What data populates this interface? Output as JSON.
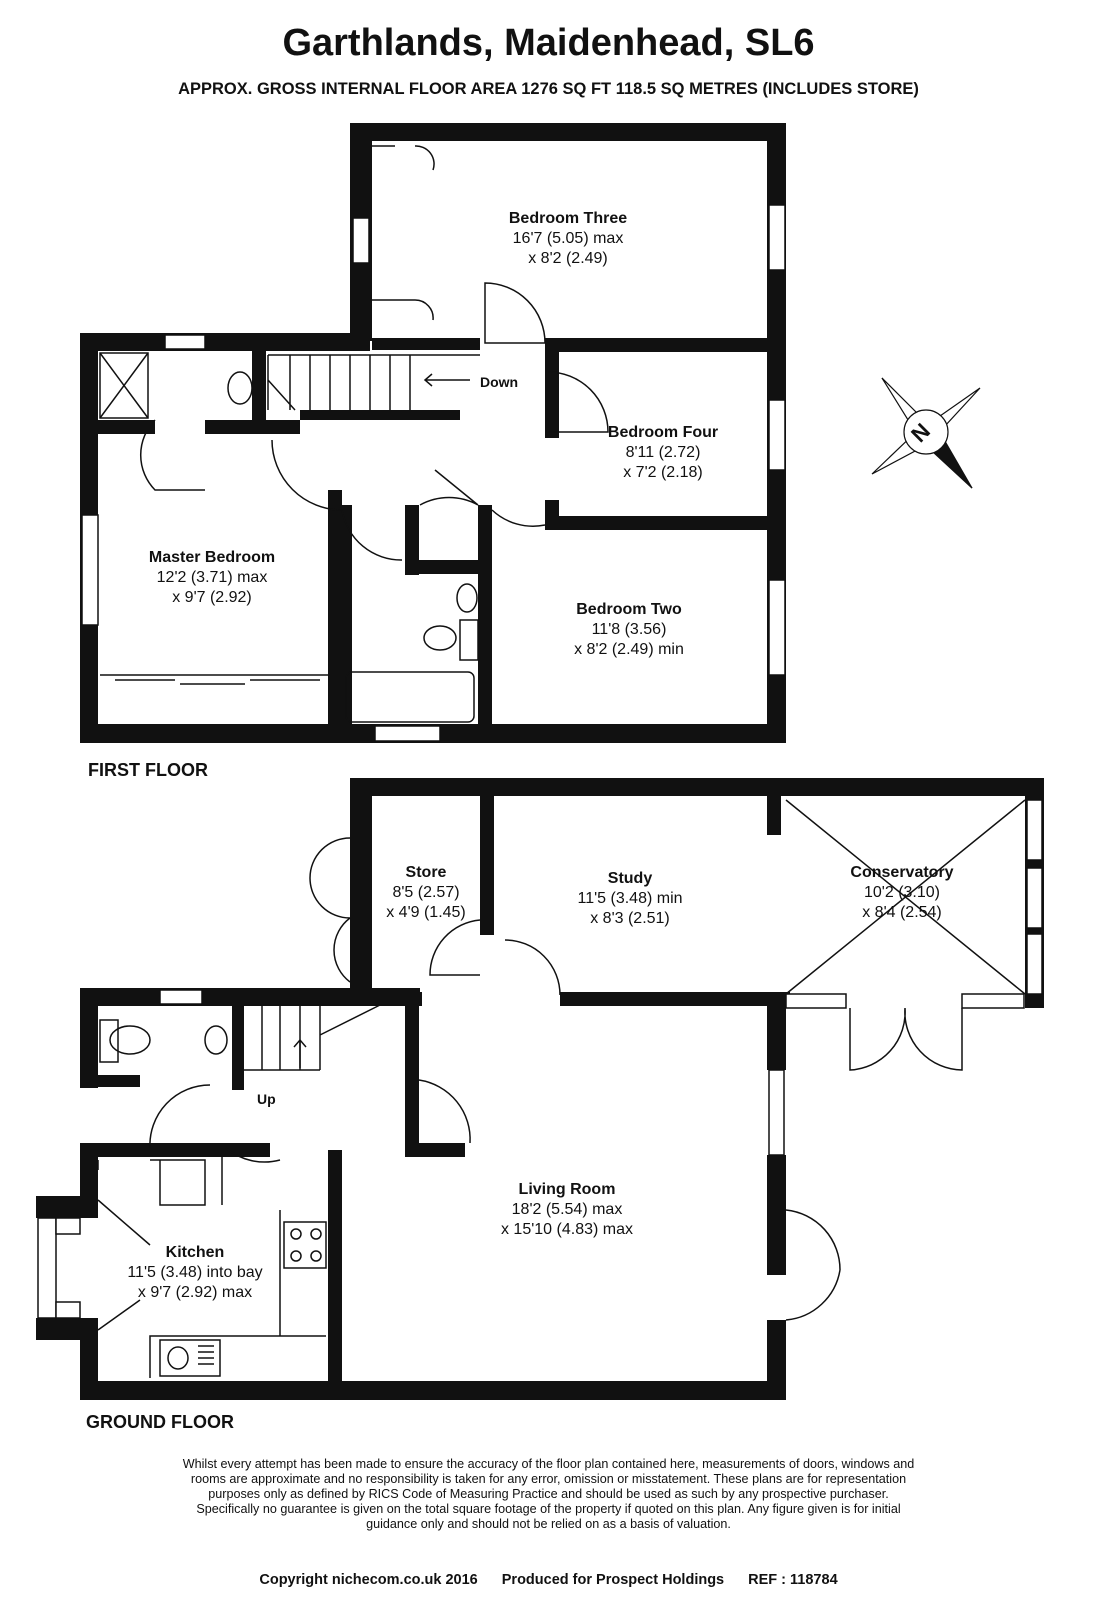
{
  "header": {
    "title": "Garthlands, Maidenhead, SL6",
    "subtitle": "APPROX. GROSS INTERNAL FLOOR AREA 1276 SQ FT 118.5 SQ METRES (INCLUDES STORE)"
  },
  "floors": {
    "first": "FIRST FLOOR",
    "ground": "GROUND FLOOR"
  },
  "rooms": {
    "bedroom_three": {
      "name": "Bedroom Three",
      "dim1": "16'7 (5.05) max",
      "dim2": "x 8'2 (2.49)"
    },
    "bedroom_four": {
      "name": "Bedroom Four",
      "dim1": "8'11 (2.72)",
      "dim2": "x 7'2 (2.18)"
    },
    "master_bedroom": {
      "name": "Master Bedroom",
      "dim1": "12'2 (3.71) max",
      "dim2": "x 9'7 (2.92)"
    },
    "bedroom_two": {
      "name": "Bedroom Two",
      "dim1": "11'8 (3.56)",
      "dim2": "x 8'2 (2.49) min"
    },
    "store": {
      "name": "Store",
      "dim1": "8'5 (2.57)",
      "dim2": "x 4'9 (1.45)"
    },
    "study": {
      "name": "Study",
      "dim1": "11'5 (3.48) min",
      "dim2": "x 8'3 (2.51)"
    },
    "conservatory": {
      "name": "Conservatory",
      "dim1": "10'2 (3.10)",
      "dim2": "x 8'4 (2.54)"
    },
    "living_room": {
      "name": "Living Room",
      "dim1": "18'2 (5.54) max",
      "dim2": "x 15'10 (4.83) max"
    },
    "kitchen": {
      "name": "Kitchen",
      "dim1": "11'5 (3.48) into bay",
      "dim2": "x 9'7 (2.92) max"
    }
  },
  "stairs": {
    "down": "Down",
    "up": "Up"
  },
  "compass": {
    "letter": "N"
  },
  "disclaimer": [
    "Whilst every attempt has been made to ensure the accuracy of the floor plan contained here, measurements of doors, windows and",
    "rooms are approximate and no responsibility is taken for any error, omission or misstatement. These plans are for representation",
    "purposes only as defined by RICS Code of Measuring Practice and should be used as such by any prospective purchaser.",
    "Specifically no guarantee is given on the total square footage of the property if quoted on this plan. Any figure given is for initial",
    "guidance only and should not be relied on as a basis of valuation."
  ],
  "footer": {
    "copyright": "Copyright nichecom.co.uk 2016",
    "produced": "Produced for Prospect Holdings",
    "ref": "REF : 118784"
  },
  "colors": {
    "wall": "#111111",
    "background": "#ffffff"
  }
}
